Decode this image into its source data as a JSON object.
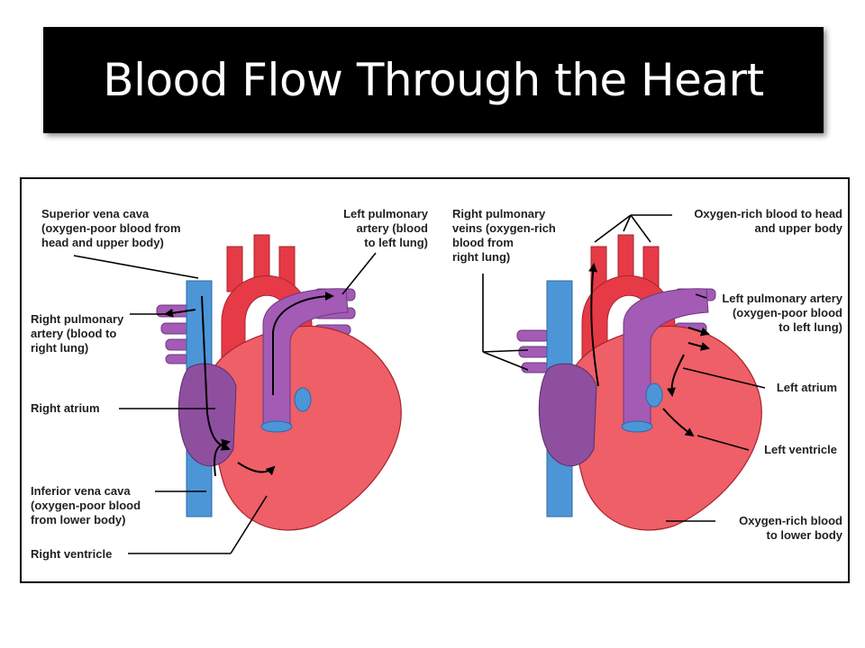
{
  "title": "Blood Flow Through the Heart",
  "left_panel": {
    "superior_vena_cava": [
      "Superior vena cava",
      "(oxygen-poor blood from",
      "head and upper body)"
    ],
    "right_pulmonary_artery": [
      "Right pulmonary",
      "artery (blood to",
      "right lung)"
    ],
    "right_atrium": [
      "Right atrium"
    ],
    "inferior_vena_cava": [
      "Inferior vena cava",
      "(oxygen-poor blood",
      "from lower body)"
    ],
    "right_ventricle": [
      "Right ventricle"
    ],
    "left_pulmonary_artery": [
      "Left pulmonary",
      "artery (blood",
      "to left lung)"
    ]
  },
  "right_panel": {
    "right_pulmonary_veins": [
      "Right pulmonary",
      "veins (oxygen-rich",
      "blood from",
      "right lung)"
    ],
    "oxygen_rich_head": [
      "Oxygen-rich blood to head",
      "and upper body"
    ],
    "left_pulmonary_artery": [
      "Left pulmonary artery",
      "(oxygen-poor blood",
      "to left lung)"
    ],
    "left_atrium": [
      "Left atrium"
    ],
    "left_ventricle": [
      "Left ventricle"
    ],
    "oxygen_rich_lower": [
      "Oxygen-rich blood",
      "to lower body"
    ]
  },
  "colors": {
    "aorta_red": "#e63a46",
    "heart_pink": "#ee5f68",
    "vein_blue": "#4c96d7",
    "pulmonary_purple": "#a35bb6",
    "atrium_purple": "#8e4f9f"
  }
}
